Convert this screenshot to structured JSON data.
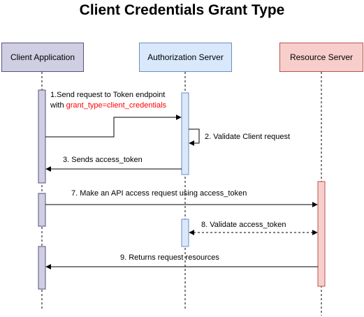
{
  "title": "Client Credentials Grant Type",
  "participants": {
    "client": "Client Application",
    "auth": "Authorization Server",
    "resource": "Resource Server"
  },
  "messages": {
    "m1_line1": "1.Send request to Token endpoint",
    "m1_line2_prefix": "with ",
    "m1_line2_highlight": "grant_type=client_credentials",
    "m2": "2. Validate Client request",
    "m3": "3. Sends access_token",
    "m7": "7. Make an API access request using access_token",
    "m8": "8. Validate access_token",
    "m9": "9. Returns request resources"
  },
  "colors": {
    "client_fill": "#d0cee2",
    "client_stroke": "#56517e",
    "auth_fill": "#dae8fc",
    "auth_stroke": "#6c8ebf",
    "resource_fill": "#f8cecc",
    "resource_stroke": "#b85450",
    "highlight": "#ff0000"
  }
}
